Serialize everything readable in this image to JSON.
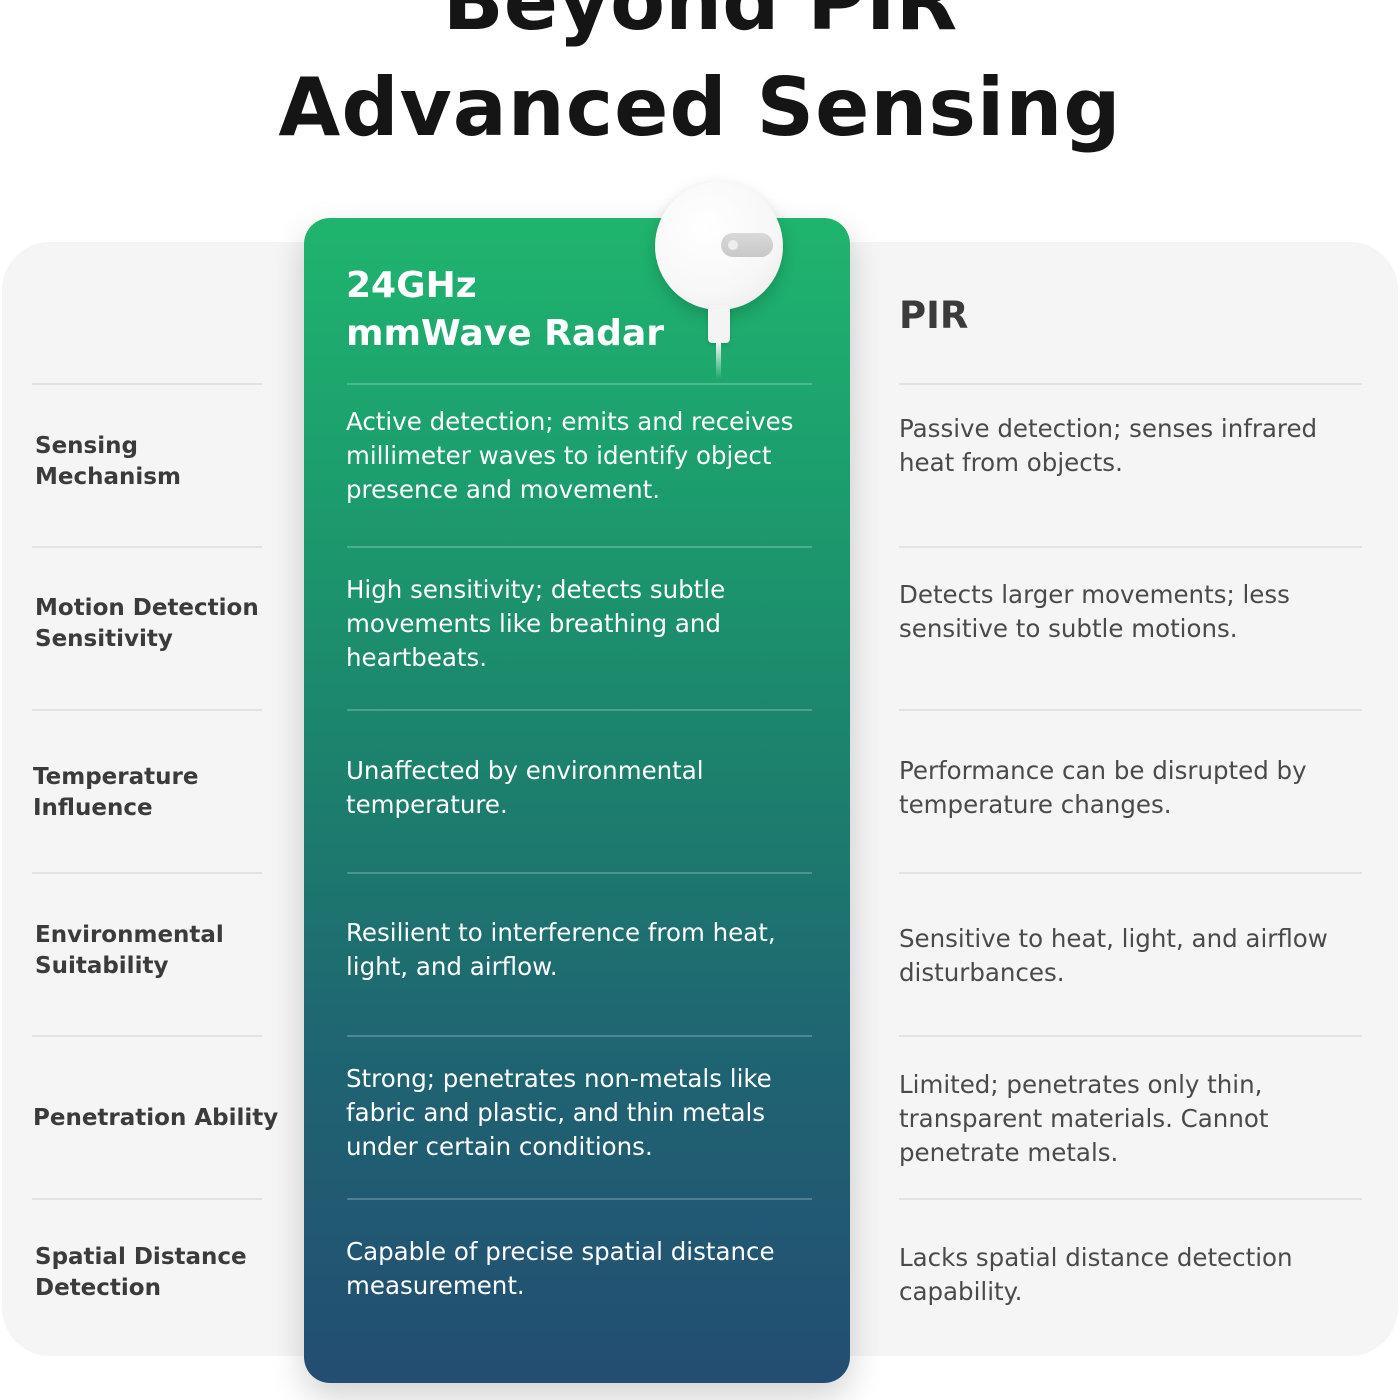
{
  "title": {
    "line1": "Beyond PIR",
    "line2": "Advanced Sensing"
  },
  "columns": {
    "featured": "24GHz\nmmWave Radar",
    "comparison": "PIR"
  },
  "rows": [
    {
      "label": "Sensing Mechanism",
      "radar": "Active detection; emits and receives millimeter waves to identify object presence and movement.",
      "pir": "Passive detection; senses infrared heat from objects."
    },
    {
      "label": "Motion Detection Sensitivity",
      "radar": "High sensitivity; detects subtle movements like breathing and heartbeats.",
      "pir": "Detects larger movements; less sensitive to subtle motions."
    },
    {
      "label": "Temperature Influence",
      "radar": "Unaffected by environmental temperature.",
      "pir": "Performance can be disrupted by temperature changes."
    },
    {
      "label": "Environmental Suitability",
      "radar": "Resilient to interference from heat, light, and airflow.",
      "pir": "Sensitive to heat, light, and airflow disturbances."
    },
    {
      "label": "Penetration Ability",
      "radar": "Strong; penetrates non-metals like fabric and plastic, and thin metals under certain conditions.",
      "pir": "Limited; penetrates only thin, transparent materials. Cannot penetrate metals."
    },
    {
      "label": "Spatial Distance Detection",
      "radar": "Capable of precise spatial distance measurement.",
      "pir": "Lacks spatial distance detection capability."
    }
  ],
  "colors": {
    "card_top": "#1fb56e",
    "card_bottom": "#234d72",
    "panel": "#f5f5f5",
    "label_text": "#3b3b3b",
    "body_text": "#4a4a4a"
  },
  "icons": {
    "device": "radar-sensor-device-icon"
  }
}
